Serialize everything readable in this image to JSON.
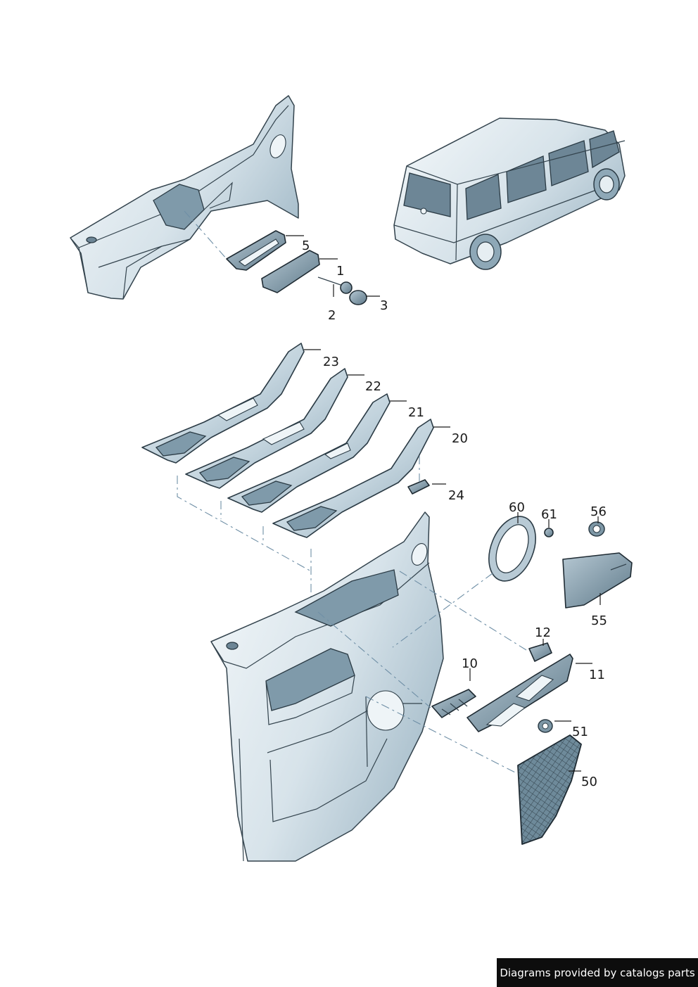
{
  "callouts": [
    {
      "id": "1",
      "label": "1"
    },
    {
      "id": "2",
      "label": "2"
    },
    {
      "id": "3",
      "label": "3"
    },
    {
      "id": "5",
      "label": "5"
    },
    {
      "id": "10",
      "label": "10"
    },
    {
      "id": "11",
      "label": "11"
    },
    {
      "id": "12",
      "label": "12"
    },
    {
      "id": "20",
      "label": "20"
    },
    {
      "id": "21",
      "label": "21"
    },
    {
      "id": "22",
      "label": "22"
    },
    {
      "id": "23",
      "label": "23"
    },
    {
      "id": "24",
      "label": "24"
    },
    {
      "id": "50",
      "label": "50"
    },
    {
      "id": "51",
      "label": "51"
    },
    {
      "id": "55",
      "label": "55"
    },
    {
      "id": "56",
      "label": "56"
    },
    {
      "id": "60",
      "label": "60"
    },
    {
      "id": "61",
      "label": "61"
    }
  ],
  "credit": "Diagrams provided by catalogs parts",
  "colors": {
    "line": "#2b3b45",
    "metal_light": "#e6eef2",
    "metal_mid": "#b8cad5",
    "metal_dark": "#7d97a6",
    "credit_bg": "#0d0d0d"
  }
}
